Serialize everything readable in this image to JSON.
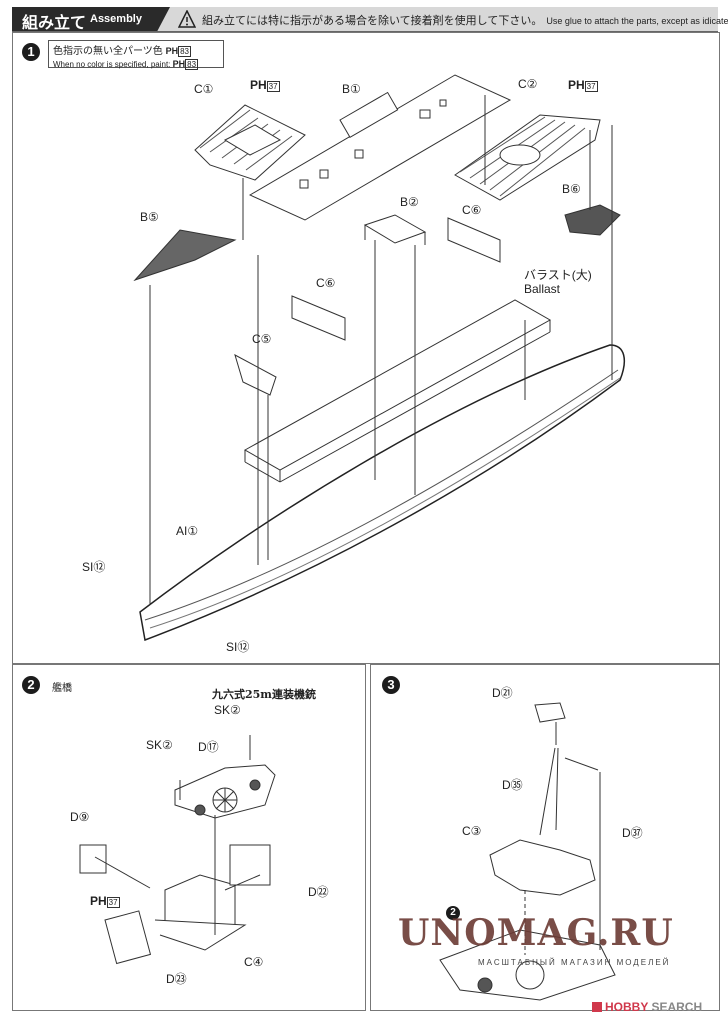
{
  "header": {
    "title_jp": "組み立て",
    "title_en": "Assembly",
    "warning_icon": "warning-triangle-icon",
    "note_jp": "組み立てには特に指示がある場合を除いて接着剤を使用して下さい。",
    "note_en": "Use glue to attach the parts, except as idicated."
  },
  "step1": {
    "number": "1",
    "color_note_jp": "色指示の無い全パーツ色",
    "color_note_en": "When no color is specified, paint:",
    "paint_prefix": "PH",
    "paint_code": "83",
    "labels": {
      "c1": "C①",
      "b1": "B①",
      "c2": "C②",
      "ph37a": "37",
      "ph37b": "37",
      "b6": "B⑥",
      "b5": "B⑤",
      "b2": "B②",
      "c6a": "C⑥",
      "c6b": "C⑥",
      "c5": "C⑤",
      "ballast_jp": "バラスト(大)",
      "ballast_en": "Ballast",
      "ai1": "AI①",
      "si12a": "SI⑫",
      "si12b": "SI⑫"
    }
  },
  "step2": {
    "number": "2",
    "title_jp": "艦橋",
    "gun_label_jp": "九六式25m連装機銃",
    "labels": {
      "sk2a": "SK②",
      "sk2b": "SK②",
      "d17": "D⑰",
      "d9": "D⑨",
      "ph37": "37",
      "d22": "D㉒",
      "c4": "C④",
      "d23": "D㉓"
    }
  },
  "step3": {
    "number": "3",
    "ref_step": "2",
    "labels": {
      "d21": "D㉑",
      "d35": "D㉟",
      "d37": "D㊲",
      "c3": "C③"
    }
  },
  "watermark": {
    "main": "UNOMAG.RU",
    "sub": "МАСШТАБНЫЙ МАГАЗИН МОДЕЛЕЙ"
  },
  "source_logo": {
    "brand_a": "HOBBY",
    "brand_b": "SEARCH"
  }
}
